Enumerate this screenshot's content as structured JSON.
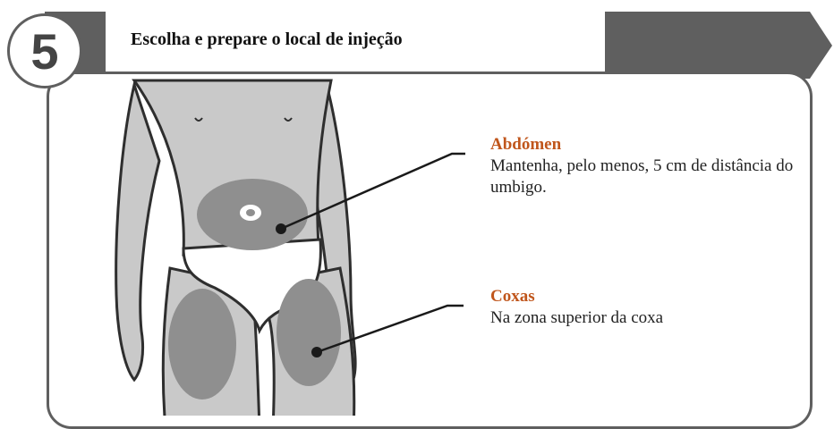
{
  "step": {
    "number": "5",
    "title": "Escolha e prepare o local de injeção"
  },
  "sites": [
    {
      "title": "Abdómen",
      "text": "Mantenha, pelo menos, 5 cm de distância do umbigo."
    },
    {
      "title": "Coxas",
      "text": "Na zona superior da coxa"
    }
  ],
  "colors": {
    "accent": "#c0561c",
    "frame": "#5f5f5f",
    "body": "#c9c9c9",
    "zone": "#8f8f8f"
  }
}
